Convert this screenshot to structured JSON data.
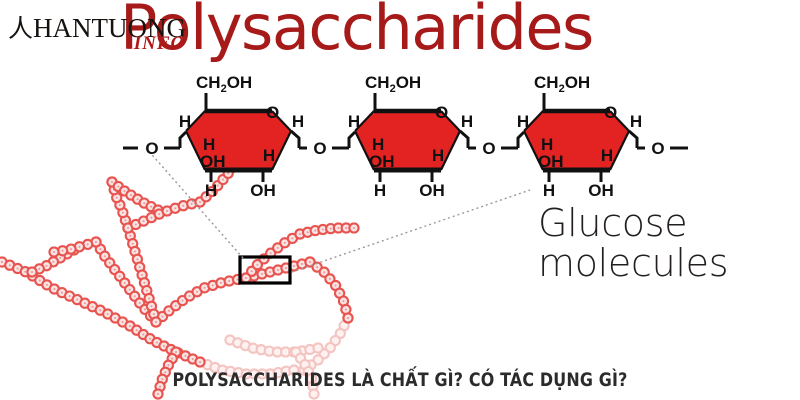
{
  "watermark": {
    "cjk": "人",
    "brand": "HANTUONG",
    "suffix": ".INFO",
    "color": "#b01818"
  },
  "title": {
    "text": "Polysaccharides",
    "color": "#a61a1a"
  },
  "diagram": {
    "label": "Glucose\nmolecules",
    "label_line1": "Glucose",
    "label_line2": "molecules",
    "ring_fill": "#e32222",
    "ring_stroke": "#111111",
    "polymer_color": "#e8534f",
    "polymer_faded": "#f7c9c6",
    "callout_color": "#9a9a9a",
    "highlight_box_color": "#000000",
    "rings": [
      {
        "index": 1,
        "atoms": {
          "top": "CH2OH",
          "top_subscript": "2",
          "ring_oxygen": "O",
          "left_upper": "H",
          "inner_left_upper": "H",
          "inner_left_lower": "OH",
          "inner_right": "H",
          "bottom_left": "H",
          "bottom_right": "OH",
          "right_upper": "H"
        }
      },
      {
        "index": 2,
        "atoms": {
          "top": "CH2OH",
          "top_subscript": "2",
          "ring_oxygen": "O",
          "left_upper": "H",
          "inner_left_upper": "H",
          "inner_left_lower": "OH",
          "inner_right": "H",
          "bottom_left": "H",
          "bottom_right": "OH",
          "right_upper": "H"
        }
      },
      {
        "index": 3,
        "atoms": {
          "top": "CH2OH",
          "top_subscript": "2",
          "ring_oxygen": "O",
          "left_upper": "H",
          "inner_left_upper": "H",
          "inner_left_lower": "OH",
          "inner_right": "H",
          "bottom_left": "H",
          "bottom_right": "OH",
          "right_upper": "H"
        }
      }
    ],
    "glycosidic_bridges": [
      "O",
      "O"
    ],
    "terminal_bonds": [
      "O",
      "O"
    ]
  },
  "caption": {
    "text": "POLYSACCHARIDES LÀ CHẤT GÌ? CÓ TÁC DỤNG GÌ?",
    "color": "#2b2b2b"
  }
}
